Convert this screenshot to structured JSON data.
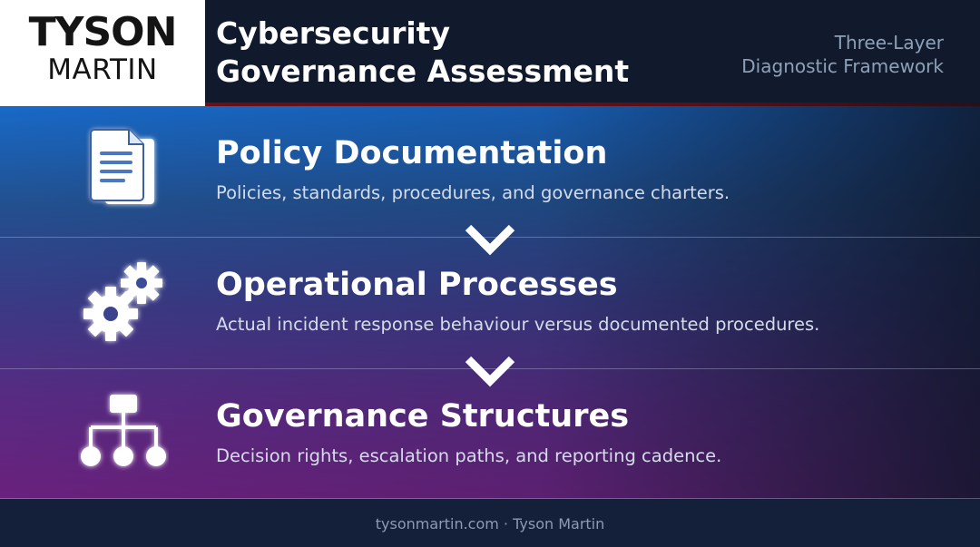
{
  "header": {
    "logo_line1": "TYSON",
    "logo_line2": "MARTIN",
    "title": "Cybersecurity\nGovernance Assessment",
    "subtitle": "Three-Layer\nDiagnostic Framework"
  },
  "layers": [
    {
      "title": "Policy Documentation",
      "description": "Policies, standards, procedures, and governance charters.",
      "icon": "document-icon"
    },
    {
      "title": "Operational Processes",
      "description": "Actual incident response behaviour versus documented procedures.",
      "icon": "gears-icon"
    },
    {
      "title": "Governance Structures",
      "description": "Decision rights, escalation paths, and reporting cadence.",
      "icon": "org-chart-icon"
    }
  ],
  "footer": {
    "text": "tysonmartin.com · Tyson Martin"
  },
  "colors": {
    "header_bg": "#111a2c",
    "accent": "#6a0e18",
    "gradient_top": "#1869c8",
    "gradient_bottom": "#6a217d"
  }
}
